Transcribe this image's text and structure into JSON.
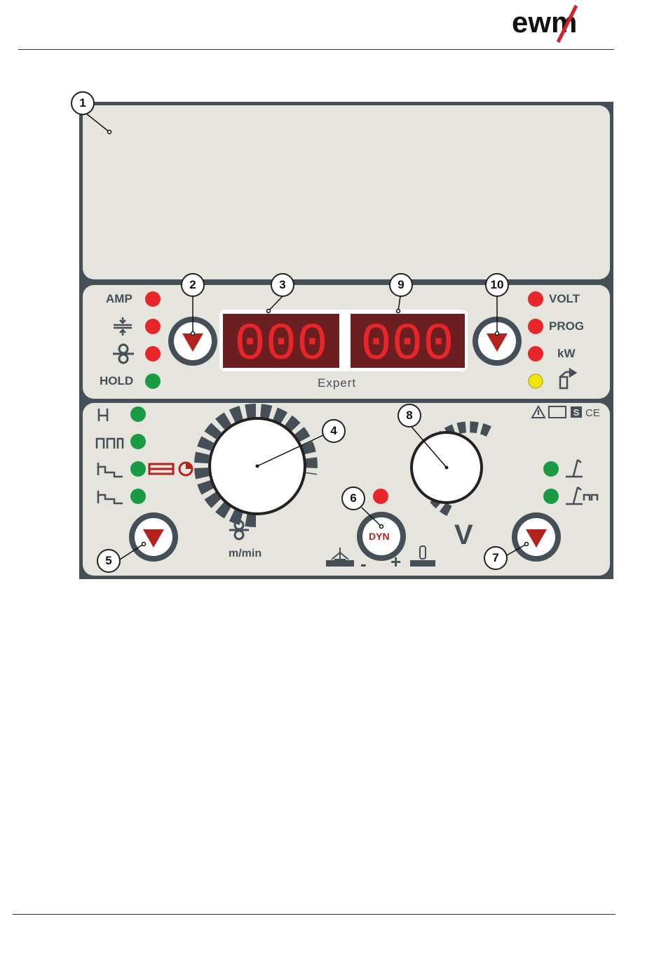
{
  "logo": {
    "text": "ewm"
  },
  "display_left": {
    "value": "000"
  },
  "display_right": {
    "value": "000"
  },
  "labels": {
    "amp": "AMP",
    "hold": "HOLD",
    "volt": "VOLT",
    "prog": "PROG",
    "kw": "kW",
    "expert": "Expert",
    "wire_speed_unit": "m/min",
    "voltage_unit": "V",
    "dyn": "DYN",
    "minus": "-",
    "plus": "+"
  },
  "callouts": [
    "1",
    "2",
    "3",
    "4",
    "5",
    "6",
    "7",
    "8",
    "9",
    "10"
  ],
  "indicators": {
    "amp": "red",
    "thickness": "red",
    "wire": "red",
    "hold": "green",
    "volt": "red",
    "prog": "red",
    "kw": "red",
    "gas": "yellow",
    "mode_2t": "green",
    "mode_4t": "green",
    "mode_special_2t": "green",
    "mode_special_4t": "green",
    "dyn": "red",
    "process_standard": "green",
    "process_pulse": "green"
  },
  "icons": [
    "thickness-icon",
    "wire-feed-icon",
    "gas-test-icon",
    "two-stroke-icon",
    "four-stroke-icon",
    "special-two-stroke-icon",
    "special-four-stroke-icon",
    "spot-weld-icon",
    "interval-icon",
    "warning-icon",
    "manual-icon",
    "safety-mark-icon",
    "ce-mark-icon",
    "torch-icon",
    "pulse-icon",
    "soft-arc-icon",
    "hard-arc-icon"
  ],
  "colors": {
    "panel_border": "#454f58",
    "panel_bg": "#e6e5dd",
    "led_red": "#e8262a",
    "led_green": "#1a9a42",
    "led_yellow": "#f2e600",
    "segment_red": "#e8262a",
    "display_bg": "#6b1f20",
    "logo_red": "#d62027"
  }
}
